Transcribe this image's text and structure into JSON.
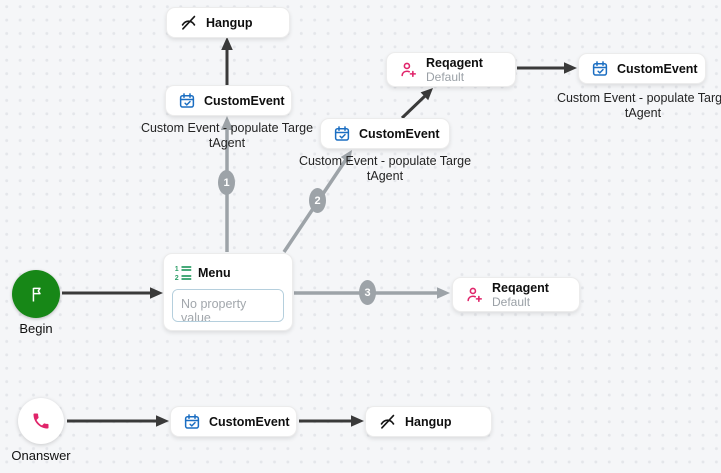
{
  "colors": {
    "accent_green": "#178717",
    "accent_pink": "#e0246a",
    "accent_blue": "#1b6ec2",
    "menu_icon_green": "#2e9e68",
    "edge_dark": "#3a3a3a",
    "edge_gray": "#9da3a8",
    "canvas_bg": "#f5f6f8",
    "dot": "#e4e6ea"
  },
  "nodes": {
    "hangup_top": {
      "title": "Hangup",
      "icon": "hangup-icon"
    },
    "custom_event_top": {
      "title": "CustomEvent",
      "icon": "calendar-check-icon",
      "caption_line1": "Custom Event - populate Targe",
      "caption_line2": "tAgent"
    },
    "custom_event_mid": {
      "title": "CustomEvent",
      "icon": "calendar-check-icon",
      "caption_line1": "Custom Event - populate Targe",
      "caption_line2": "tAgent"
    },
    "reqagent_top": {
      "title": "Reqagent",
      "subtitle": "Default",
      "icon": "person-plus-icon"
    },
    "custom_event_right": {
      "title": "CustomEvent",
      "icon": "calendar-check-icon",
      "caption_line1": "Custom Event - populate Targe",
      "caption_line2": "tAgent"
    },
    "menu": {
      "title": "Menu",
      "icon": "numbered-list-icon",
      "property_placeholder": "No property value"
    },
    "begin": {
      "label": "Begin",
      "icon": "flag-icon"
    },
    "reqagent_right": {
      "title": "Reqagent",
      "subtitle": "Default",
      "icon": "person-plus-icon"
    },
    "onanswer": {
      "label": "Onanswer",
      "icon": "phone-icon"
    },
    "custom_event_bottom": {
      "title": "CustomEvent",
      "icon": "calendar-check-icon"
    },
    "hangup_bottom": {
      "title": "Hangup",
      "icon": "hangup-icon"
    }
  },
  "edges": {
    "badge_1": "1",
    "badge_2": "2",
    "badge_3": "3"
  }
}
